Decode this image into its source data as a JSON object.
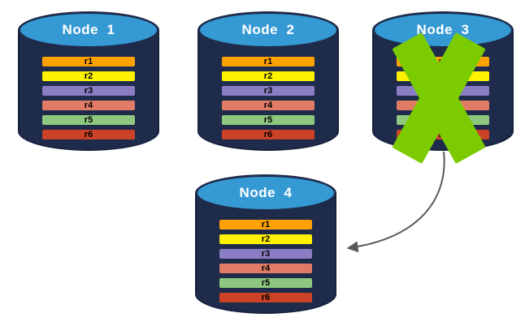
{
  "nodes": [
    {
      "id": "node-1",
      "title": "Node  1",
      "rows": [
        "r1",
        "r2",
        "r3",
        "r4",
        "r5",
        "r6"
      ],
      "failed": false
    },
    {
      "id": "node-2",
      "title": "Node  2",
      "rows": [
        "r1",
        "r2",
        "r3",
        "r4",
        "r5",
        "r6"
      ],
      "failed": false
    },
    {
      "id": "node-3",
      "title": "Node  3",
      "rows": [
        "r1",
        "r2",
        "r3",
        "r4",
        "r5",
        "r6"
      ],
      "failed": true
    },
    {
      "id": "node-4",
      "title": "Node  4",
      "rows": [
        "r1",
        "r2",
        "r3",
        "r4",
        "r5",
        "r6"
      ],
      "failed": false
    }
  ],
  "arrow": {
    "from": "node-3",
    "to": "node-4"
  },
  "icons": {
    "failure_cross": "x-mark-icon",
    "node_shape": "database-cylinder"
  },
  "colors": {
    "cylinder_body": "#1E2B4B",
    "cylinder_outline": "#16213D",
    "cylinder_top": "#3599D3",
    "title_text": "#FFFFFF",
    "row_text": "#000000",
    "failure_cross": "#7CCB00",
    "arrow": "#595959",
    "rows": [
      "#FFA200",
      "#FFF200",
      "#8A7DC3",
      "#E07C66",
      "#8EC87E",
      "#CC4226"
    ]
  }
}
